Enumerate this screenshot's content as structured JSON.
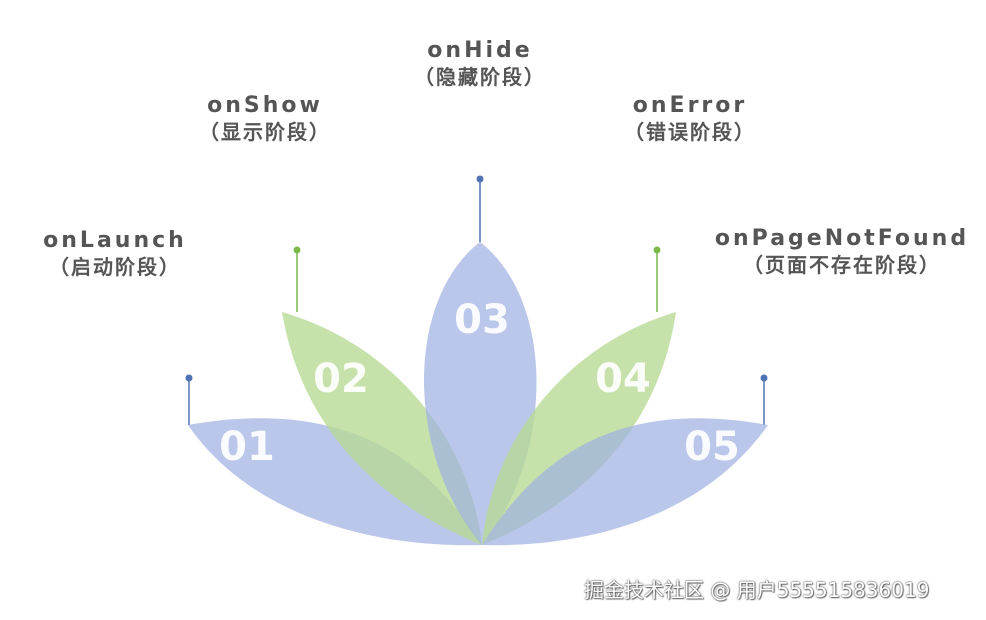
{
  "colors": {
    "blue_petal": "#9fb2e2",
    "green_petal": "#b6d992",
    "blue_dot": "#4f72b5",
    "green_dot": "#7cb84a",
    "text": "#555555"
  },
  "stages": [
    {
      "number": "01",
      "name": "onLaunch",
      "desc": "（启动阶段）",
      "color": "blue"
    },
    {
      "number": "02",
      "name": "onShow",
      "desc": "（显示阶段）",
      "color": "green"
    },
    {
      "number": "03",
      "name": "onHide",
      "desc": "（隐藏阶段）",
      "color": "blue"
    },
    {
      "number": "04",
      "name": "onError",
      "desc": "（错误阶段）",
      "color": "green"
    },
    {
      "number": "05",
      "name": "onPageNotFound",
      "desc": "（页面不存在阶段）",
      "color": "blue"
    }
  ],
  "watermark": "掘金技术社区 @ 用户555515836019"
}
